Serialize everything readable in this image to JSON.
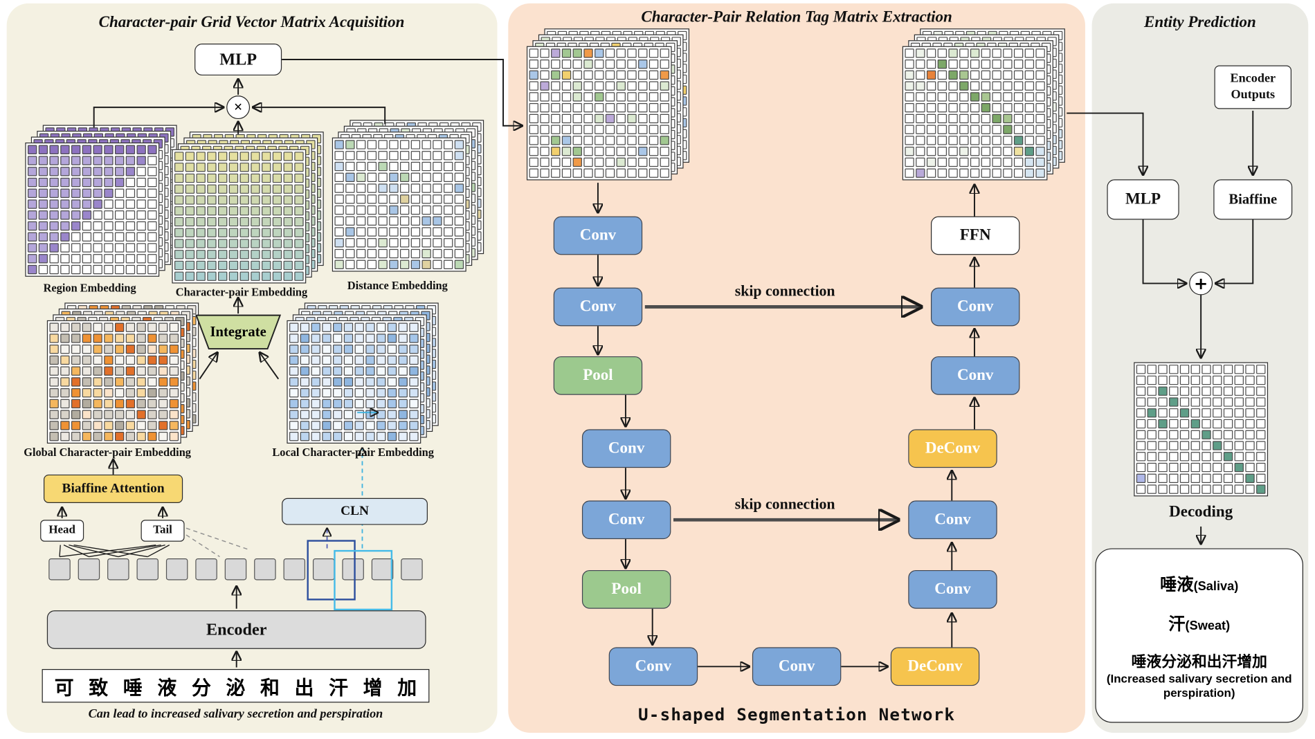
{
  "panels": {
    "acquisition": {
      "title": "Character-pair Grid Vector Matrix Acquisition",
      "mlp": "MLP",
      "region_label": "Region Embedding",
      "charpair_label": "Character-pair Embedding",
      "distance_label": "Distance Embedding",
      "integrate": "Integrate",
      "global_label": "Global Character-pair Embedding",
      "local_label": "Local Character-pair Embedding",
      "biaffine_attention": "Biaffine Attention",
      "head": "Head",
      "tail": "Tail",
      "cln": "CLN",
      "encoder": "Encoder",
      "sentence": [
        "可",
        "致",
        "唾",
        "液",
        "分",
        "泌",
        "和",
        "出",
        "汗",
        "增",
        "加"
      ],
      "sentence_gloss": "Can lead to increased salivary secretion and perspiration",
      "token_count": 13
    },
    "extraction": {
      "title": "Character-Pair Relation Tag Matrix Extraction",
      "skip1": "skip connection",
      "skip2": "skip connection",
      "ffn": "FFN",
      "caption": "U-shaped Segmentation Network",
      "left_path": [
        "Conv",
        "Conv",
        "Pool",
        "Conv",
        "Conv",
        "Pool"
      ],
      "bottom_path": [
        "Conv",
        "Conv",
        "DeConv"
      ],
      "right_path": [
        "Conv",
        "Conv",
        "DeConv",
        "Conv",
        "Conv"
      ]
    },
    "prediction": {
      "title": "Entity Prediction",
      "encoder_outputs": "Encoder Outputs",
      "mlp": "MLP",
      "biaffine": "Biaffine",
      "decoding": "Decoding",
      "entities": [
        {
          "zh": "唾液",
          "en": "(Saliva)"
        },
        {
          "zh": "汗",
          "en": "(Sweat)"
        },
        {
          "zh": "唾液分泌和出汗增加",
          "en": "(Increased salivary secretion and perspiration)"
        }
      ]
    }
  },
  "symbols": {
    "otimes": "✕",
    "oplus": "+"
  },
  "colors": {
    "panel_left": "#f4f1e2",
    "panel_mid": "#fbe2cf",
    "panel_right": "#ebebe5",
    "conv": "#7ca6d8",
    "pool": "#9cc98e",
    "deconv": "#f6c44e",
    "biaffine": "#f7d873",
    "integrate": "#cfdfa2",
    "cln": "#dce9f3",
    "encoder": "#dcdcdc",
    "token": "#d9d9d9",
    "skip": "#4d4d4d"
  },
  "grids": {
    "region": {
      "pattern": "region",
      "rows": 12,
      "cols": 12,
      "layers": 4,
      "seed": 1
    },
    "charpair": {
      "pattern": "charpair",
      "rows": 12,
      "cols": 12,
      "layers": 4,
      "seed": 2
    },
    "distance": {
      "pattern": "distance",
      "rows": 12,
      "cols": 12,
      "layers": 4,
      "seed": 7
    },
    "global": {
      "pattern": "global",
      "rows": 11,
      "cols": 12,
      "layers": 4,
      "seed": 11
    },
    "local": {
      "pattern": "local",
      "rows": 11,
      "cols": 12,
      "layers": 4,
      "seed": 5
    },
    "seg_in": {
      "pattern": "seg_in",
      "rows": 12,
      "cols": 13,
      "layers": 4,
      "seed": 13
    },
    "seg_out": {
      "pattern": "seg_out",
      "rows": 12,
      "cols": 13,
      "layers": 4,
      "seed": 3
    },
    "pred": {
      "pattern": "pred",
      "rows": 12,
      "cols": 12,
      "layers": 1,
      "seed": 4
    }
  }
}
